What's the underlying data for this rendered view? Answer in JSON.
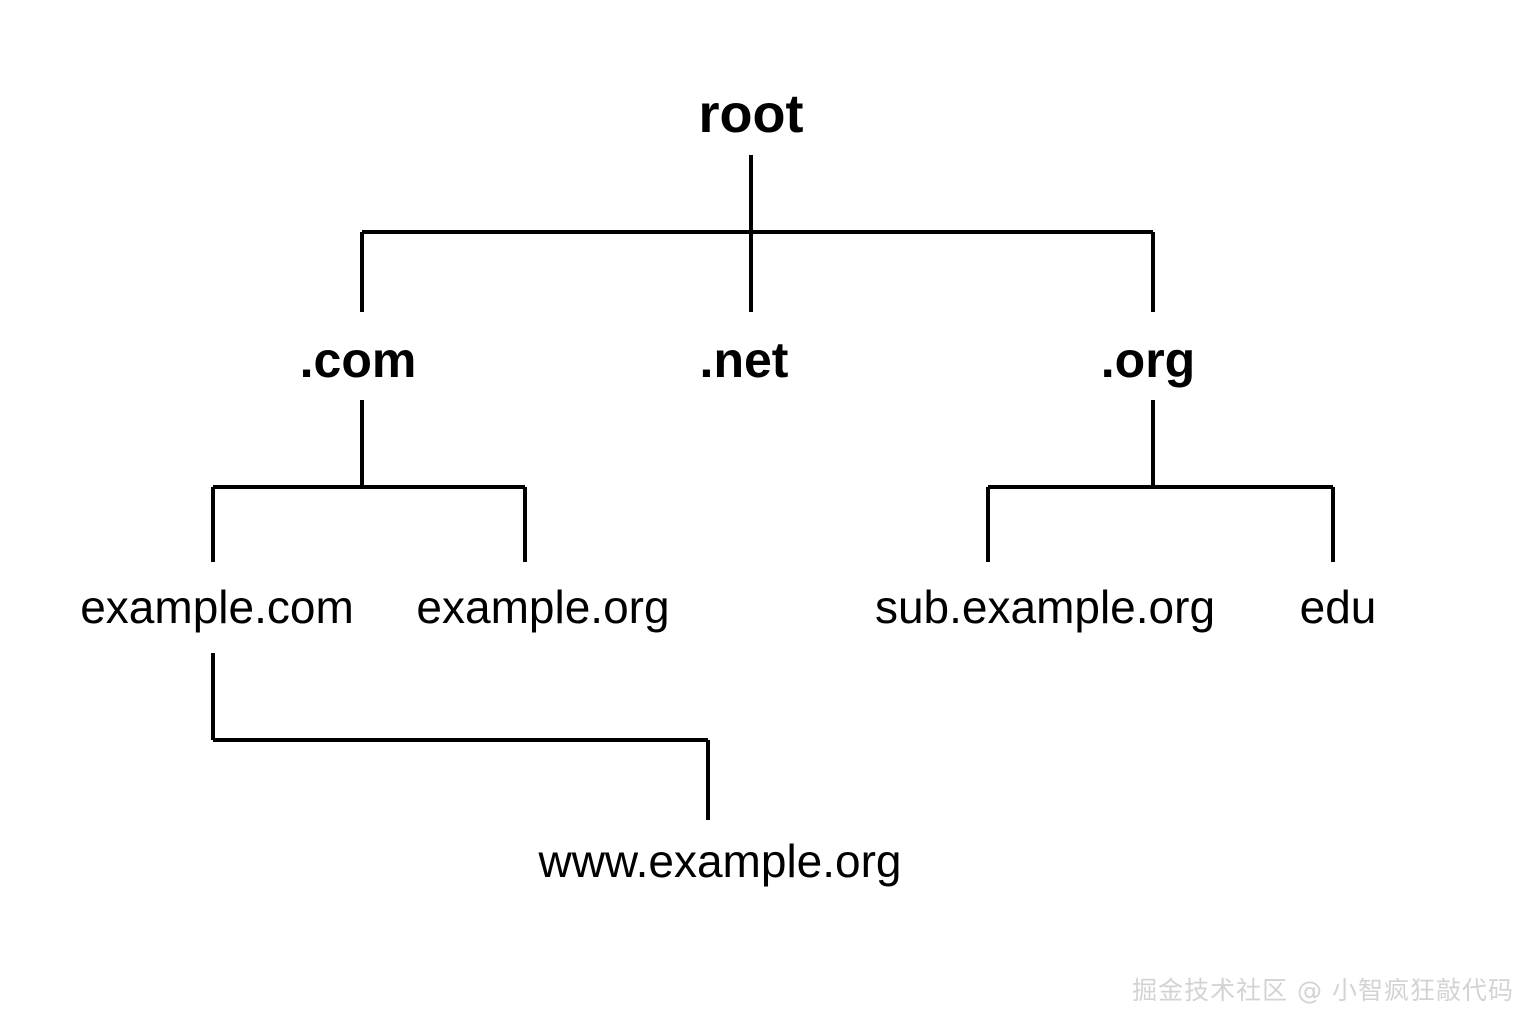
{
  "diagram": {
    "title": "DNS domain name hierarchy tree",
    "type": "tree",
    "background_color": "#ffffff",
    "line_color": "#000000",
    "text_color": "#000000",
    "nodes": {
      "root": "root",
      "tld_com": ".com",
      "tld_net": ".net",
      "tld_org": ".org",
      "leaf_example_com": "example.com",
      "leaf_example_org": "example.org",
      "leaf_sub_example_org": "sub.example.org",
      "leaf_edu": "edu",
      "leaf_www_example_org": "www.example.org"
    },
    "edges": [
      {
        "from": "root",
        "to": "tld_com"
      },
      {
        "from": "root",
        "to": "tld_net"
      },
      {
        "from": "root",
        "to": "tld_org"
      },
      {
        "from": "tld_com",
        "to": "leaf_example_com"
      },
      {
        "from": "tld_com",
        "to": "leaf_example_org"
      },
      {
        "from": "tld_org",
        "to": "leaf_sub_example_org"
      },
      {
        "from": "tld_org",
        "to": "leaf_edu"
      },
      {
        "from": "leaf_example_com",
        "to": "leaf_www_example_org"
      }
    ]
  },
  "watermark": {
    "text": "掘金技术社区 @ 小智疯狂敲代码",
    "color": "#d3d3d3"
  }
}
